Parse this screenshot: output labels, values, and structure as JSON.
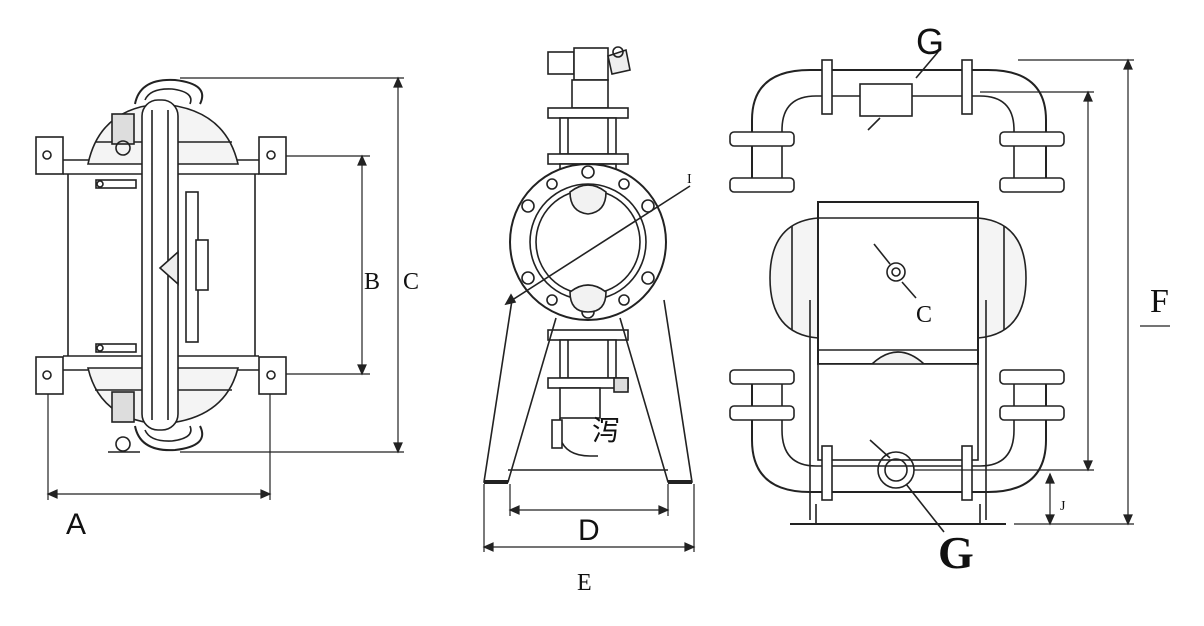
{
  "labels": {
    "A": "A",
    "B": "B",
    "C_left": "C",
    "D": "D",
    "E": "E",
    "I": "I",
    "chinese": "泻",
    "C_right": "C",
    "F": "F",
    "G_top": "G",
    "G_bottom": "G",
    "J": "J"
  }
}
